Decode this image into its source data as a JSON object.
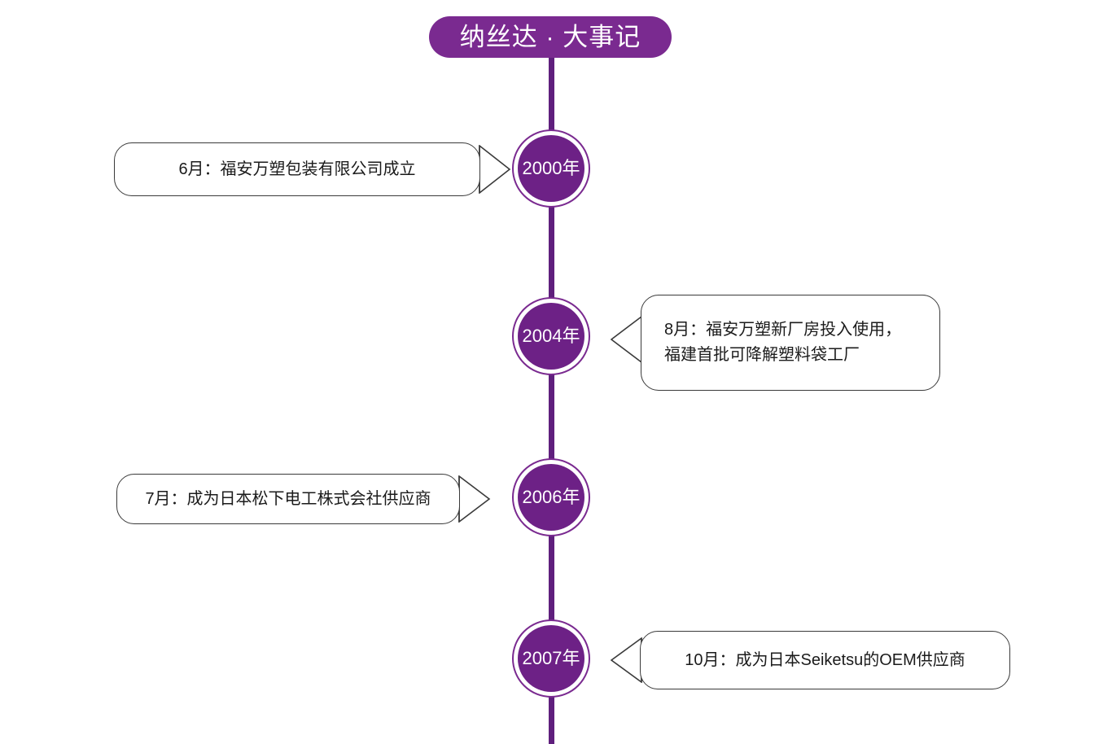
{
  "title": {
    "text": "纳丝达 · 大事记"
  },
  "colors": {
    "title_pill": "#7a2a90",
    "spine": "#5f1f7d",
    "node_ring": "#7a2a90",
    "node_fill": "#6d2186",
    "node_text": "#ffffff",
    "callout_border": "#3a3a3a",
    "callout_fill": "#ffffff",
    "callout_text": "#1b1b1b",
    "background": "#ffffff"
  },
  "events": [
    {
      "year": "2000年",
      "side": "left",
      "text": "6月：福安万塑包装有限公司成立"
    },
    {
      "year": "2004年",
      "side": "right",
      "text": "8月：福安万塑新厂房投入使用，\n福建首批可降解塑料袋工厂"
    },
    {
      "year": "2006年",
      "side": "left",
      "text": "7月：成为日本松下电工株式会社供应商"
    },
    {
      "year": "2007年",
      "side": "right",
      "text": "10月：成为日本Seiketsu的OEM供应商"
    }
  ]
}
